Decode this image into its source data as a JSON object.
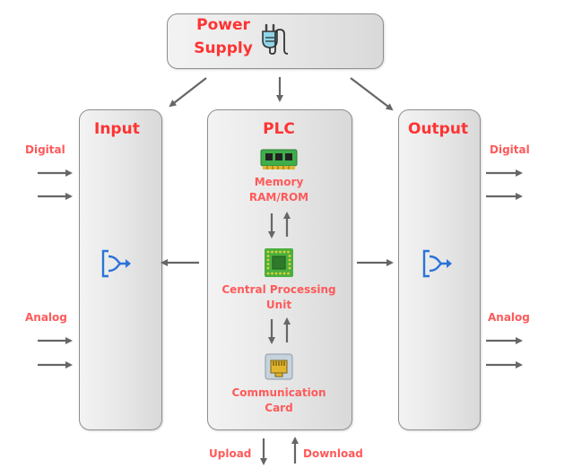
{
  "power_supply": {
    "line1": "Power",
    "line2": "Supply"
  },
  "input": {
    "title": "Input",
    "digital_label": "Digital",
    "analog_label": "Analog"
  },
  "output": {
    "title": "Output",
    "digital_label": "Digital",
    "analog_label": "Analog"
  },
  "plc": {
    "title": "PLC",
    "memory_line1": "Memory",
    "memory_line2": "RAM/ROM",
    "cpu_line1": "Central Processing",
    "cpu_line2": "Unit",
    "comm_line1": "Communication",
    "comm_line2": "Card"
  },
  "bottom": {
    "upload": "Upload",
    "download": "Download"
  },
  "colors": {
    "label_red": "#ff5a5a",
    "arrow_gray": "#666666",
    "box_border": "#8e8e8e",
    "icon_blue": "#2b74d8"
  },
  "icons": [
    "plug-icon",
    "merge-icon",
    "memory-chip-icon",
    "cpu-chip-icon",
    "ethernet-port-icon"
  ]
}
